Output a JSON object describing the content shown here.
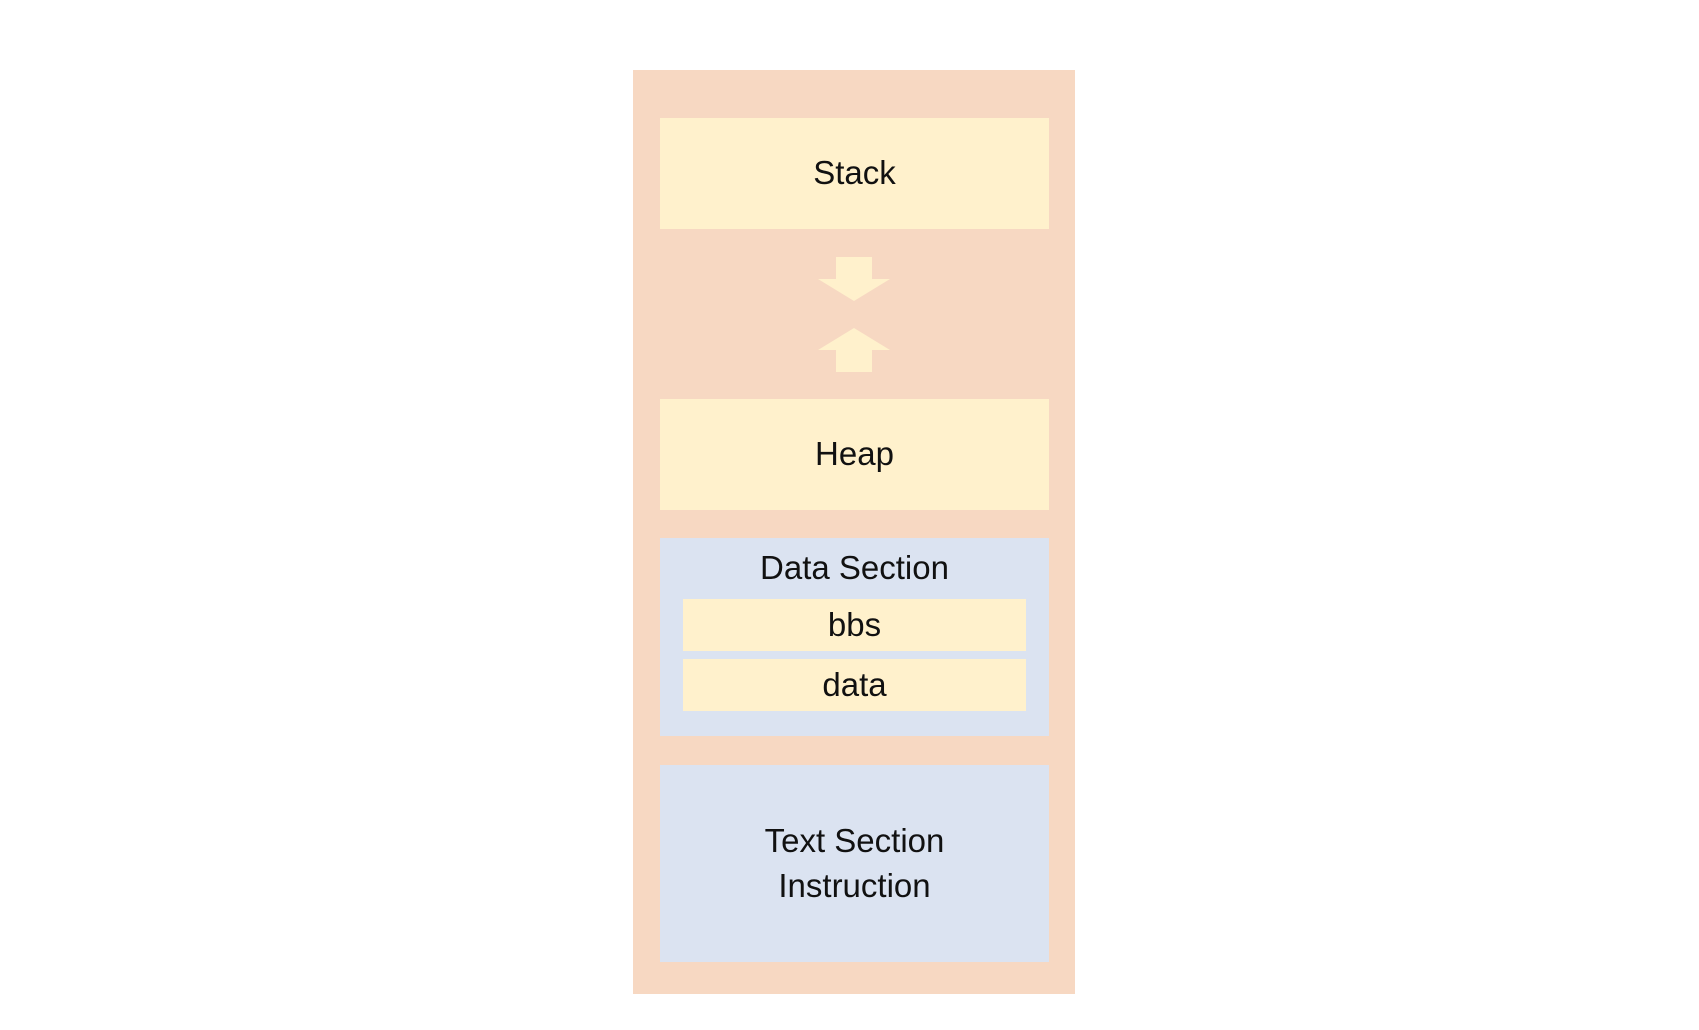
{
  "segments": {
    "stack": "Stack",
    "heap": "Heap",
    "data_section": {
      "title": "Data Section",
      "items": [
        "bbs",
        "data"
      ]
    },
    "text_section": {
      "line1": "Text Section",
      "line2": "Instruction"
    }
  },
  "arrows": {
    "stack_growth": "down",
    "heap_growth": "up"
  },
  "colors": {
    "memory_background": "#f7d8c2",
    "dynamic_segment": "#fff1cc",
    "static_section": "#dbe3f1",
    "arrow": "#fff1cc"
  }
}
